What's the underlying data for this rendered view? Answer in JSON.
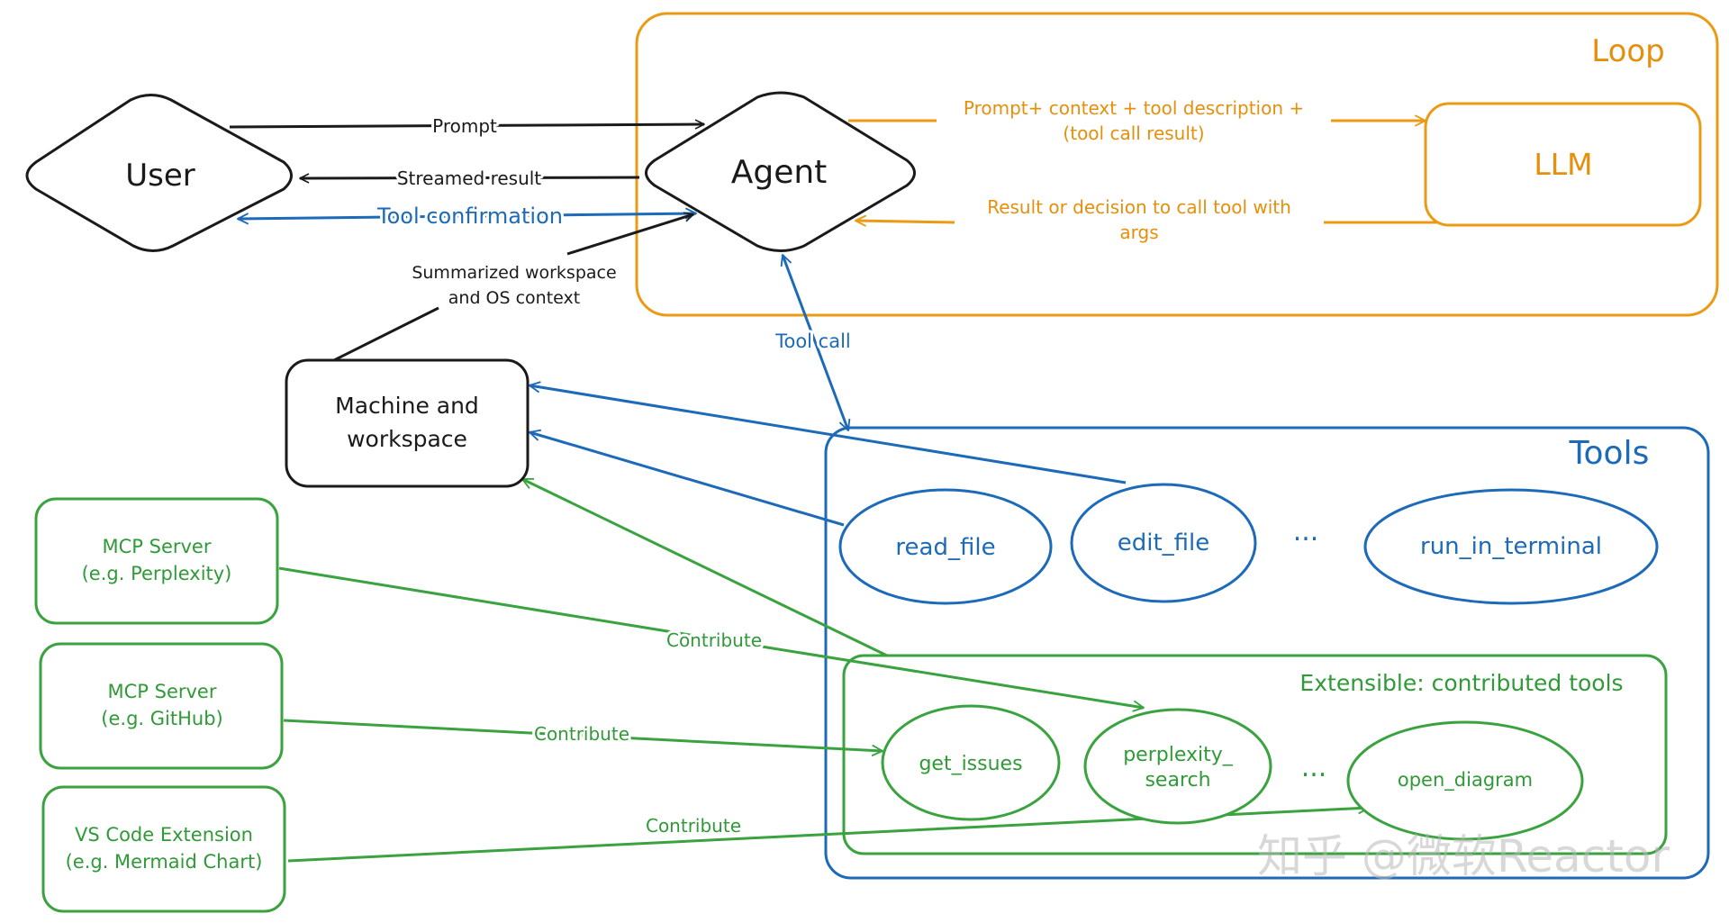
{
  "containers": {
    "loop": "Loop",
    "tools": "Tools",
    "extensible": "Extensible: contributed tools"
  },
  "nodes": {
    "user": "User",
    "agent": "Agent",
    "llm": "LLM",
    "machine_line1": "Machine and",
    "machine_line2": "workspace"
  },
  "tools": {
    "read_file": "read_file",
    "edit_file": "edit_file",
    "ellipsis": "...",
    "run_in_terminal": "run_in_terminal"
  },
  "contributed_tools": {
    "get_issues": "get_issues",
    "perplexity_line1": "perplexity_",
    "perplexity_line2": "search",
    "ellipsis": "...",
    "open_diagram": "open_diagram"
  },
  "sources": {
    "mcp_perplexity_line1": "MCP Server",
    "mcp_perplexity_line2": "(e.g. Perplexity)",
    "mcp_github_line1": "MCP Server",
    "mcp_github_line2": "(e.g. GitHub)",
    "vscode_line1": "VS Code Extension",
    "vscode_line2": "(e.g. Mermaid Chart)"
  },
  "edges": {
    "prompt": "Prompt",
    "streamed_result": "Streamed result",
    "tool_confirmation": "Tool confirmation",
    "summarized_line1": "Summarized workspace",
    "summarized_line2": "and OS context",
    "llm_request_line1": "Prompt+ context + tool description +",
    "llm_request_line2": "(tool call result)",
    "llm_response_line1": "Result or decision to call tool with",
    "llm_response_line2": "args",
    "tool_call": "Tool call",
    "contribute_1": "Contribute",
    "contribute_2": "Contribute",
    "contribute_3": "Contribute"
  },
  "watermark": "知乎 @微软Reactor",
  "colors": {
    "ink": "#1a1a1a",
    "blue": "#1c6ab8",
    "orange": "#eb9a14",
    "green": "#3aa33f"
  }
}
